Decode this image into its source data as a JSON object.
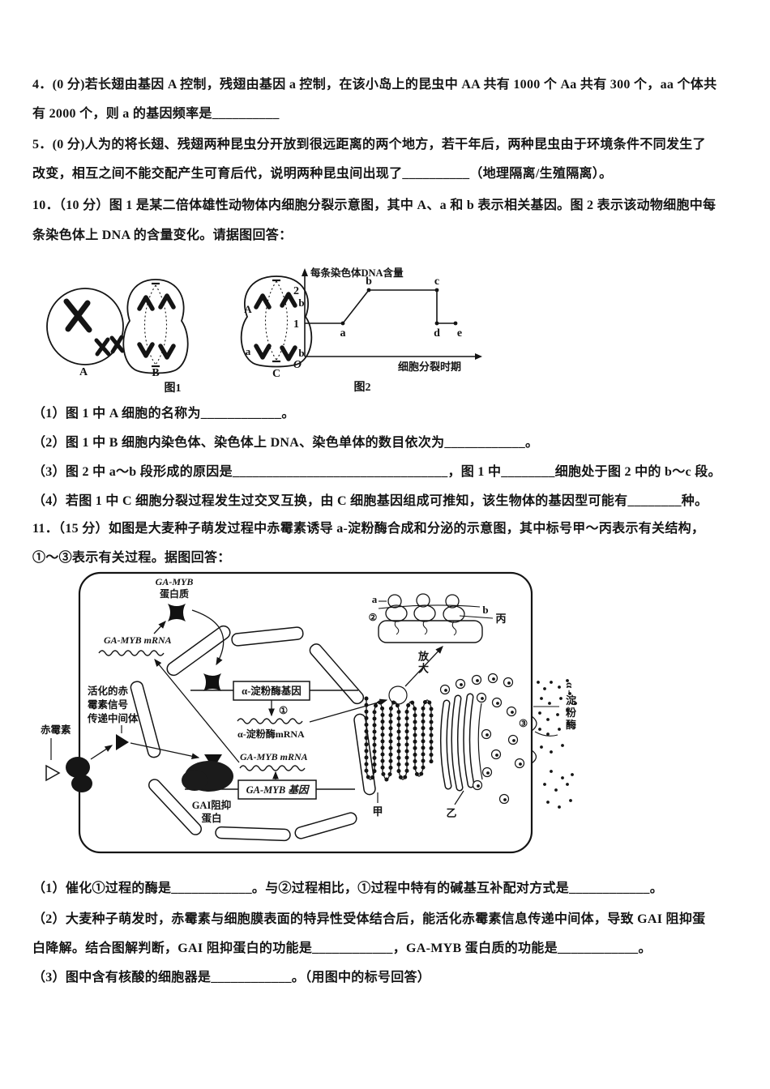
{
  "q4": {
    "line1": "4．(0 分)若长翅由基因 A 控制，残翅由基因 a 控制，在该小岛上的昆虫中 AA 共有 1000 个 Aa 共有 300 个，aa 个体共",
    "line2": "有 2000 个，则 a 的基因频率是__________"
  },
  "q5": {
    "line1": "5．(0 分)人为的将长翅、残翅两种昆虫分开放到很远距离的两个地方，若干年后，两种昆虫由于环境条件不同发生了",
    "line2": "改变，相互之间不能交配产生可育后代，说明两种昆虫间出现了__________（地理隔离/生殖隔离）。"
  },
  "q10": {
    "line1": "10．（10 分）图 1 是某二倍体雄性动物体内细胞分裂示意图，其中 A、a 和 b 表示相关基因。图 2 表示该动物细胞中每",
    "line2": "条染色体上 DNA 的含量变化。请据图回答：",
    "fig1": {
      "cell_a_label": "A",
      "cell_b_label": "B",
      "cell_c_label": "C",
      "caption": "图1",
      "cellC_genes": [
        "A",
        "b",
        "a",
        "b"
      ]
    },
    "sub1": "（1）图 1 中 A 细胞的名称为____________。",
    "sub2": "（2）图 1 中 B 细胞内染色体、染色体上 DNA、染色单体的数目依次为____________。",
    "sub3": "（3）图 2 中 a～b 段形成的原因是________________________________，图 1 中________细胞处于图 2 中的 b～c 段。",
    "sub4": "（4）若图 1 中 C 细胞分裂过程发生过交叉互换，由 C 细胞基因组成可推知，该生物体的基因型可能有________种。"
  },
  "chart_data": {
    "type": "line",
    "title": "图2",
    "ylabel": "每条染色体DNA含量",
    "xlabel": "细胞分裂时期",
    "origin_label": "O",
    "yticks": [
      1,
      2
    ],
    "xlim": [
      0,
      10.6
    ],
    "ylim": [
      0,
      2.5
    ],
    "grid": false,
    "points": [
      {
        "x": 0,
        "y": 1,
        "label": ""
      },
      {
        "x": 2.35,
        "y": 1,
        "label": "a"
      },
      {
        "x": 3.95,
        "y": 2,
        "label": "b"
      },
      {
        "x": 8.15,
        "y": 2,
        "label": "c"
      },
      {
        "x": 8.15,
        "y": 1,
        "label": "d"
      },
      {
        "x": 9.3,
        "y": 1,
        "label": "e"
      }
    ]
  },
  "q11": {
    "line1": "11．（15 分）如图是大麦种子萌发过程中赤霉素诱导 a-淀粉酶合成和分泌的示意图，其中标号甲～丙表示有关结构，",
    "line2": "①～③表示有关过程。据图回答：",
    "diagram": {
      "ga_myb_protein": [
        "GA-MYB",
        "蛋白质"
      ],
      "ga_myb_mrna_cyto": "GA-MYB mRNA",
      "activated_intermediate": [
        "活化的赤",
        "霉素信号",
        "传递中间体"
      ],
      "gibberellin": "赤霉素",
      "amylase_gene": "α-淀粉酶基因",
      "process1": "①",
      "process2": "②",
      "process3": "③",
      "amylase_mrna": "α-淀粉酶mRNA",
      "ga_myb_mrna_nucleus": "GA-MYB mRNA",
      "ga_myb_gene": "GA-MYB 基因",
      "gai_protein": [
        "GAI阻抑",
        "蛋白"
      ],
      "er_label": "甲",
      "golgi_label": "乙",
      "ribosome_label": "丙",
      "small_subunit_label": "a",
      "mrna_end_label": "b",
      "magnify": "放大",
      "secreted_enzyme": "α-淀粉酶"
    },
    "sub1": "（1）催化①过程的酶是____________。与②过程相比，①过程中特有的碱基互补配对方式是____________。",
    "sub2_line1": "（2）大麦种子萌发时，赤霉素与细胞膜表面的特异性受体结合后，能活化赤霉素信息传递中间体，导致 GAI 阻抑蛋",
    "sub2_line2": "白降解。结合图解判断，GAI 阻抑蛋白的功能是____________，GA-MYB 蛋白质的功能是____________。",
    "sub3": "（3）图中含有核酸的细胞器是____________。（用图中的标号回答）"
  }
}
